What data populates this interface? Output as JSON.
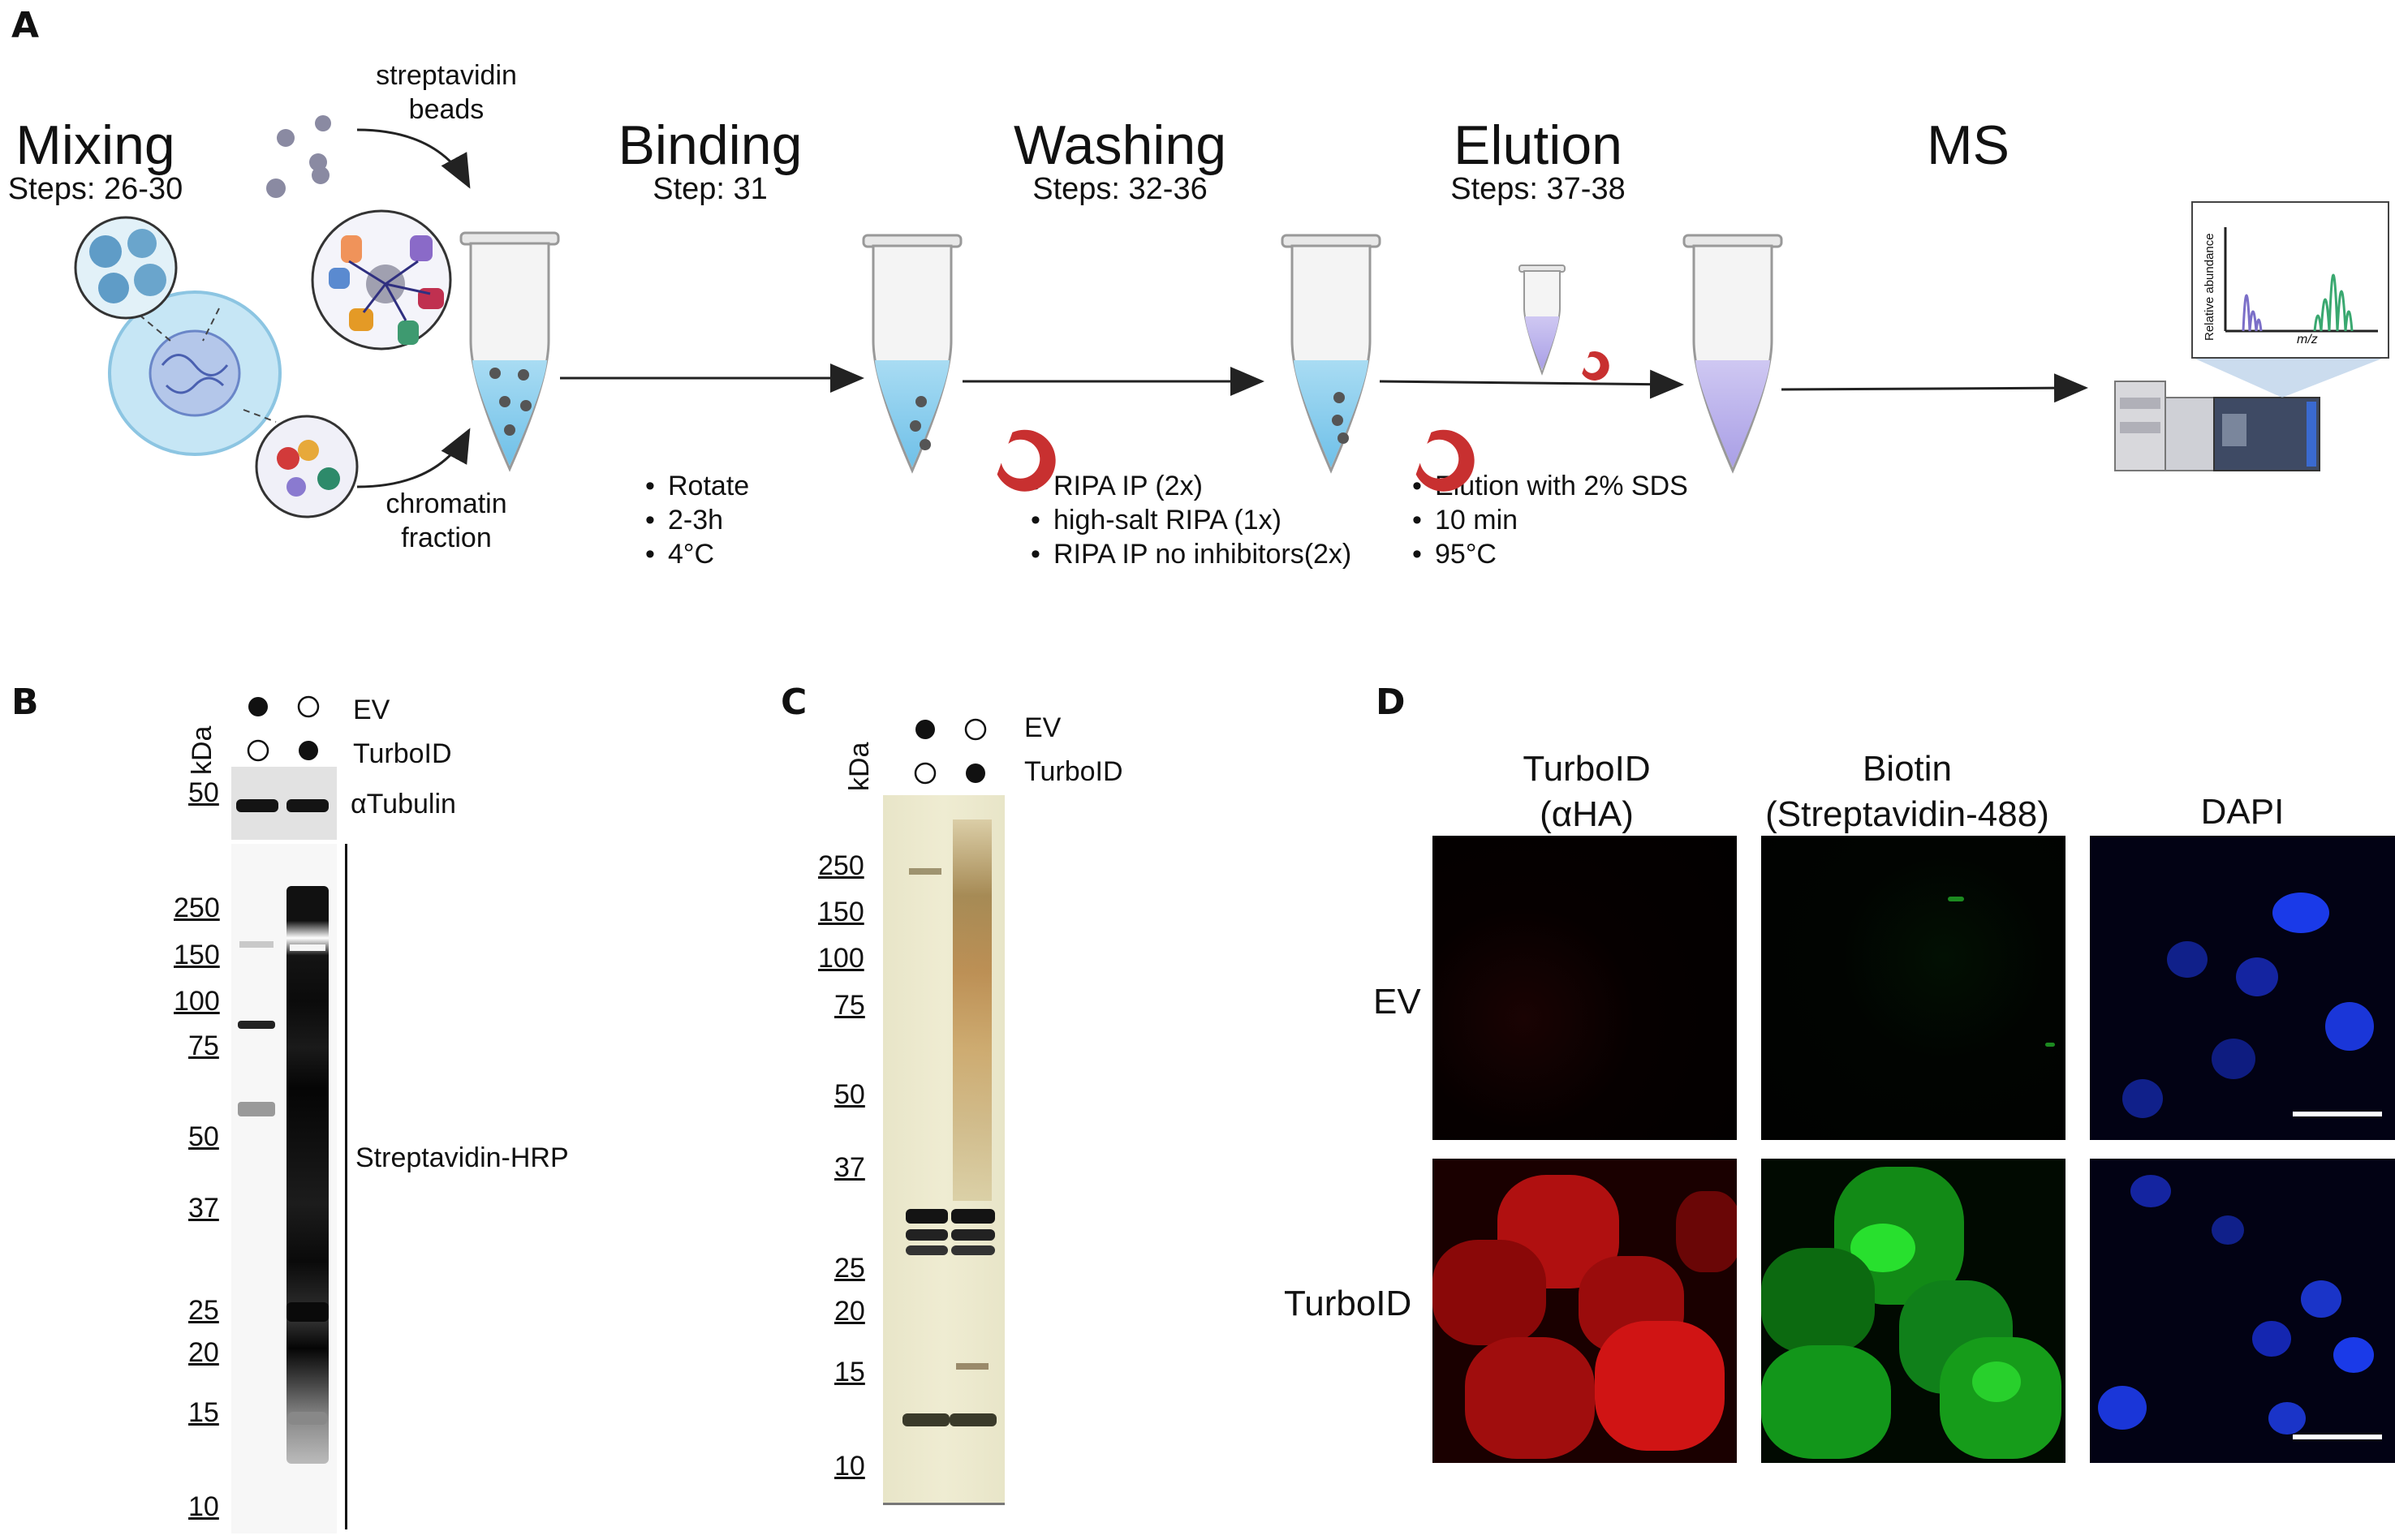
{
  "panelA": {
    "letter": "A",
    "stages": [
      {
        "title": "Mixing",
        "steps": "Steps: 26-30"
      },
      {
        "title": "Binding",
        "steps": "Step: 31"
      },
      {
        "title": "Washing",
        "steps": "Steps: 32-36"
      },
      {
        "title": "Elution",
        "steps": "Steps: 37-38"
      },
      {
        "title": "MS",
        "steps": ""
      }
    ],
    "streptavidin_label": [
      "streptavidin",
      "beads"
    ],
    "chromatin_label": [
      "chromatin",
      "fraction"
    ],
    "binding_bullets": [
      "Rotate",
      "2-3h",
      "4°C"
    ],
    "washing_bullets": [
      "RIPA IP (2x)",
      "high-salt RIPA (1x)",
      "RIPA IP no inhibitors(2x)"
    ],
    "elution_bullets": [
      "Elution with 2% SDS",
      "10 min",
      "95°C"
    ],
    "ms_plot": {
      "ylabel": "Relative abundance",
      "xlabel": "m/z"
    }
  },
  "panelB": {
    "letter": "B",
    "kda": "kDa",
    "rows": [
      {
        "label": "EV",
        "lane1": "filled",
        "lane2": "open"
      },
      {
        "label": "TurboID",
        "lane1": "open",
        "lane2": "filled"
      }
    ],
    "tubulin_marker": "50",
    "tubulin_label": "αTubulin",
    "markers": [
      "250",
      "150",
      "100",
      "75",
      "50",
      "37",
      "25",
      "20",
      "15",
      "10"
    ],
    "blot_label": "Streptavidin-HRP"
  },
  "panelC": {
    "letter": "C",
    "kda": "kDa",
    "rows": [
      {
        "label": "EV",
        "lane1": "filled",
        "lane2": "open"
      },
      {
        "label": "TurboID",
        "lane1": "open",
        "lane2": "filled"
      }
    ],
    "markers": [
      "250",
      "150",
      "100",
      "75",
      "50",
      "37",
      "25",
      "20",
      "15",
      "10"
    ]
  },
  "panelD": {
    "letter": "D",
    "columns": [
      {
        "line1": "TurboID",
        "line2": "(αHA)"
      },
      {
        "line1": "Biotin",
        "line2": "(Streptavidin-488)"
      },
      {
        "line1": "DAPI",
        "line2": ""
      }
    ],
    "rows": [
      "EV",
      "TurboID"
    ],
    "colors": {
      "red": "#e01010",
      "green": "#18c020",
      "blue": "#1428e0"
    }
  }
}
